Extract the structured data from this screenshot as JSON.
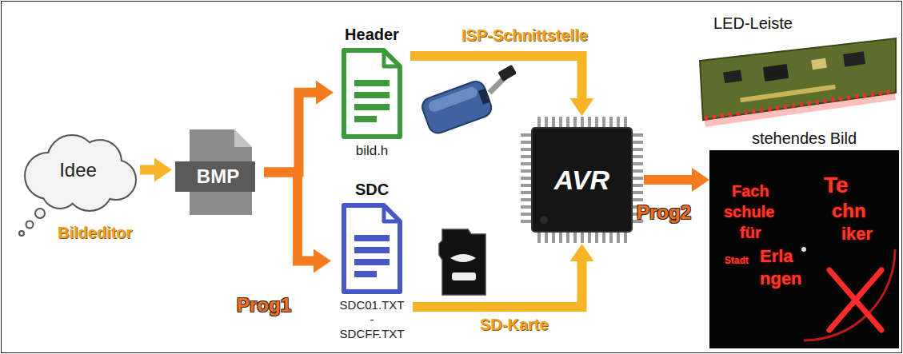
{
  "diagram": {
    "nodes": [
      {
        "text": [
          "Idee"
        ]
      },
      {
        "text": [
          "BMP"
        ]
      },
      {
        "text": [
          "Header",
          "bild.h"
        ]
      },
      {
        "text": [
          "SDC",
          "SDC01.TXT - SDCFF.TXT"
        ]
      },
      {
        "text": [
          "AVR"
        ]
      },
      {
        "text": [
          "stehendes Bild"
        ]
      }
    ],
    "edges": [
      {
        "from": 0,
        "to": 1,
        "arrow": "to"
      },
      {
        "from": 1,
        "to": 2,
        "arrow": "to"
      },
      {
        "from": 1,
        "to": 3,
        "arrow": "to"
      },
      {
        "from": 2,
        "to": 4,
        "arrow": "to"
      },
      {
        "from": 3,
        "to": 4,
        "arrow": "to"
      },
      {
        "from": 4,
        "to": 5,
        "arrow": "to"
      }
    ],
    "labels": [
      "Bildeditor",
      "Prog1",
      "ISP-Schnittstelle",
      "SD-Karte",
      "Prog2",
      "LED-Leiste",
      "Fach",
      "Te",
      "schule",
      "chn",
      "für",
      "iker",
      "Stadt",
      "Erla",
      "ngen"
    ]
  }
}
